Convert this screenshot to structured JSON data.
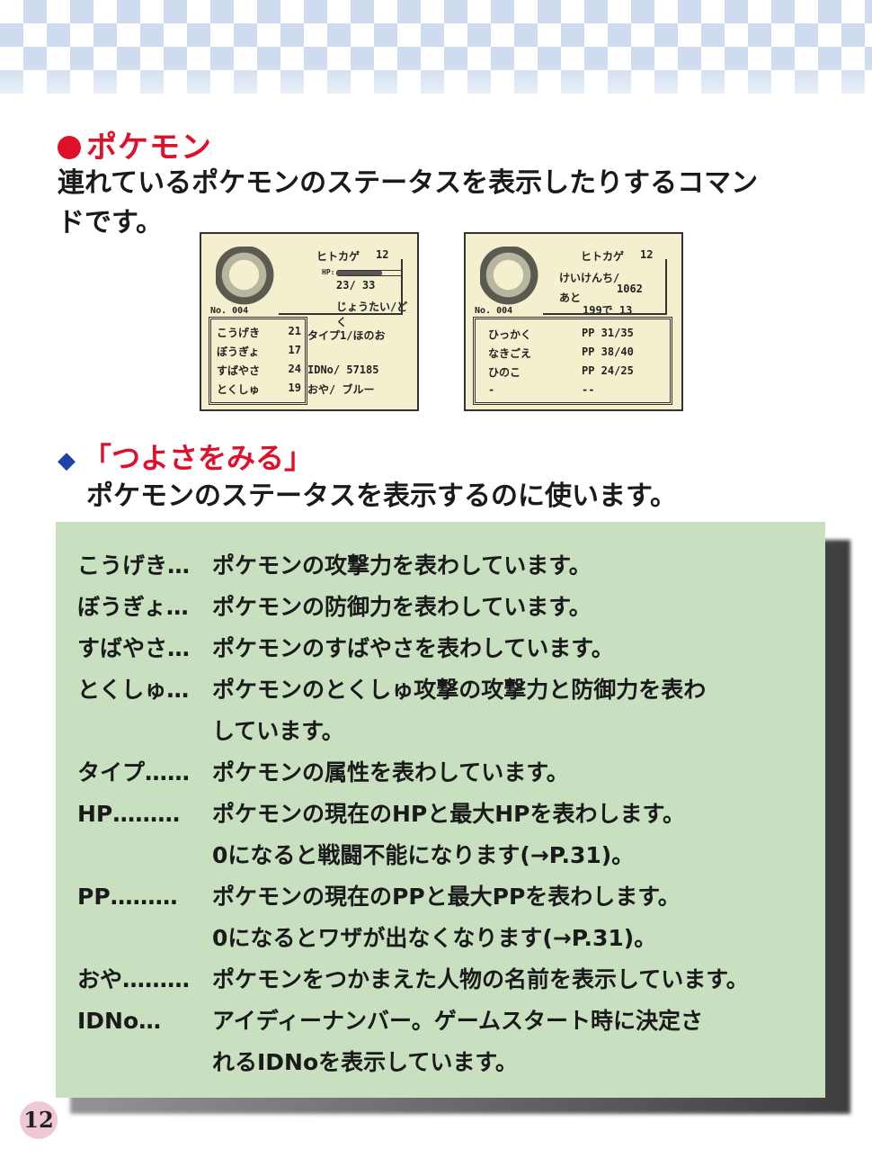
{
  "section_title": "ポケモン",
  "intro_line1": "連れているポケモンのステータスを表示したりするコマン",
  "intro_line2": "ドです。",
  "screen1": {
    "name": "ヒトカゲ",
    "level": "12",
    "hp_label": "HP:",
    "hp": "23/ 33",
    "hp_fraction": 0.7,
    "status": "じょうたい/どく",
    "number": "No. 004",
    "stats": [
      {
        "label": "こうげき",
        "value": "21"
      },
      {
        "label": "ぼうぎょ",
        "value": "17"
      },
      {
        "label": "すばやさ",
        "value": "24"
      },
      {
        "label": "とくしゅ",
        "value": "19"
      }
    ],
    "type": "タイプ1/ほのお",
    "id_no": "IDNo/ 57185",
    "ot": "おや/ ブルー"
  },
  "screen2": {
    "name": "ヒトカゲ",
    "level": "12",
    "exp_label": "けいけんち/",
    "exp": "1062",
    "next_label": "あと",
    "next": "199で 13",
    "number": "No. 004",
    "moves": [
      {
        "name": "ひっかく",
        "pp": "PP 31/35"
      },
      {
        "name": "なきごえ",
        "pp": "PP 38/40"
      },
      {
        "name": "ひのこ",
        "pp": "PP 24/25"
      },
      {
        "name": "-",
        "pp": "--"
      }
    ]
  },
  "subtitle": "「つよさをみる」",
  "subtitle_desc": "ポケモンのステータスを表示するのに使います。",
  "definitions": [
    {
      "term": "こうげき…",
      "desc": "ポケモンの攻撃力を表わしています。"
    },
    {
      "term": "ぼうぎょ…",
      "desc": "ポケモンの防御力を表わしています。"
    },
    {
      "term": "すばやさ…",
      "desc": "ポケモンのすばやさを表わしています。"
    },
    {
      "term": "とくしゅ…",
      "desc": "ポケモンのとくしゅ攻撃の攻撃力と防御力を表わ"
    },
    {
      "term": "",
      "desc": "しています。"
    },
    {
      "term": "タイプ……",
      "desc": "ポケモンの属性を表わしています。"
    },
    {
      "term": "HP………",
      "desc": "ポケモンの現在のHPと最大HPを表わします。"
    },
    {
      "term": "",
      "desc": "0になると戦闘不能になります(→P.31)。"
    },
    {
      "term": "PP………",
      "desc": "ポケモンの現在のPPと最大PPを表わします。"
    },
    {
      "term": "",
      "desc": "0になるとワザが出なくなります(→P.31)。"
    },
    {
      "term": "おや………",
      "desc": "ポケモンをつかまえた人物の名前を表示しています。"
    },
    {
      "term": "IDNo…",
      "desc": "アイディーナンバー。ゲームスタート時に決定さ"
    },
    {
      "term": "",
      "desc": "れるIDNoを表示しています。"
    }
  ],
  "page_number": "12",
  "colors": {
    "title_red": "#e0102a",
    "diamond_blue": "#1d43a8",
    "panel_green": "#c8e0c0",
    "band_blue": "#cfdcef"
  }
}
